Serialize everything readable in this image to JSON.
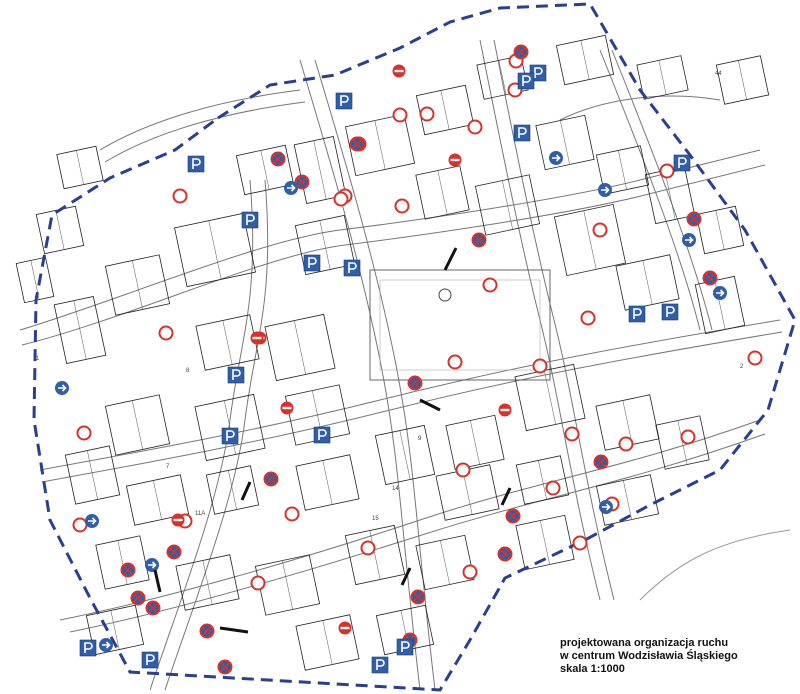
{
  "caption": {
    "line1": "projektowana organizacja ruchu",
    "line2": "w centrum Wodzisławia Śląskiego",
    "line3": "skala 1:1000"
  },
  "block_numbers": [
    "44",
    "8",
    "7",
    "1",
    "2",
    "11A",
    "15",
    "14",
    "9"
  ],
  "colors": {
    "boundary": "#2a3f8f",
    "sign_blue": "#2f5fa8",
    "sign_red": "#d9302a",
    "building_outline": "#222222",
    "street_outline": "#555555"
  },
  "sign_types": {
    "prohibition": "no-entry-sign",
    "no_stopping": "no-stopping-sign",
    "parking": "parking-sign",
    "direction": "direction-arrow-sign",
    "restriction": "restriction-circle-sign"
  }
}
